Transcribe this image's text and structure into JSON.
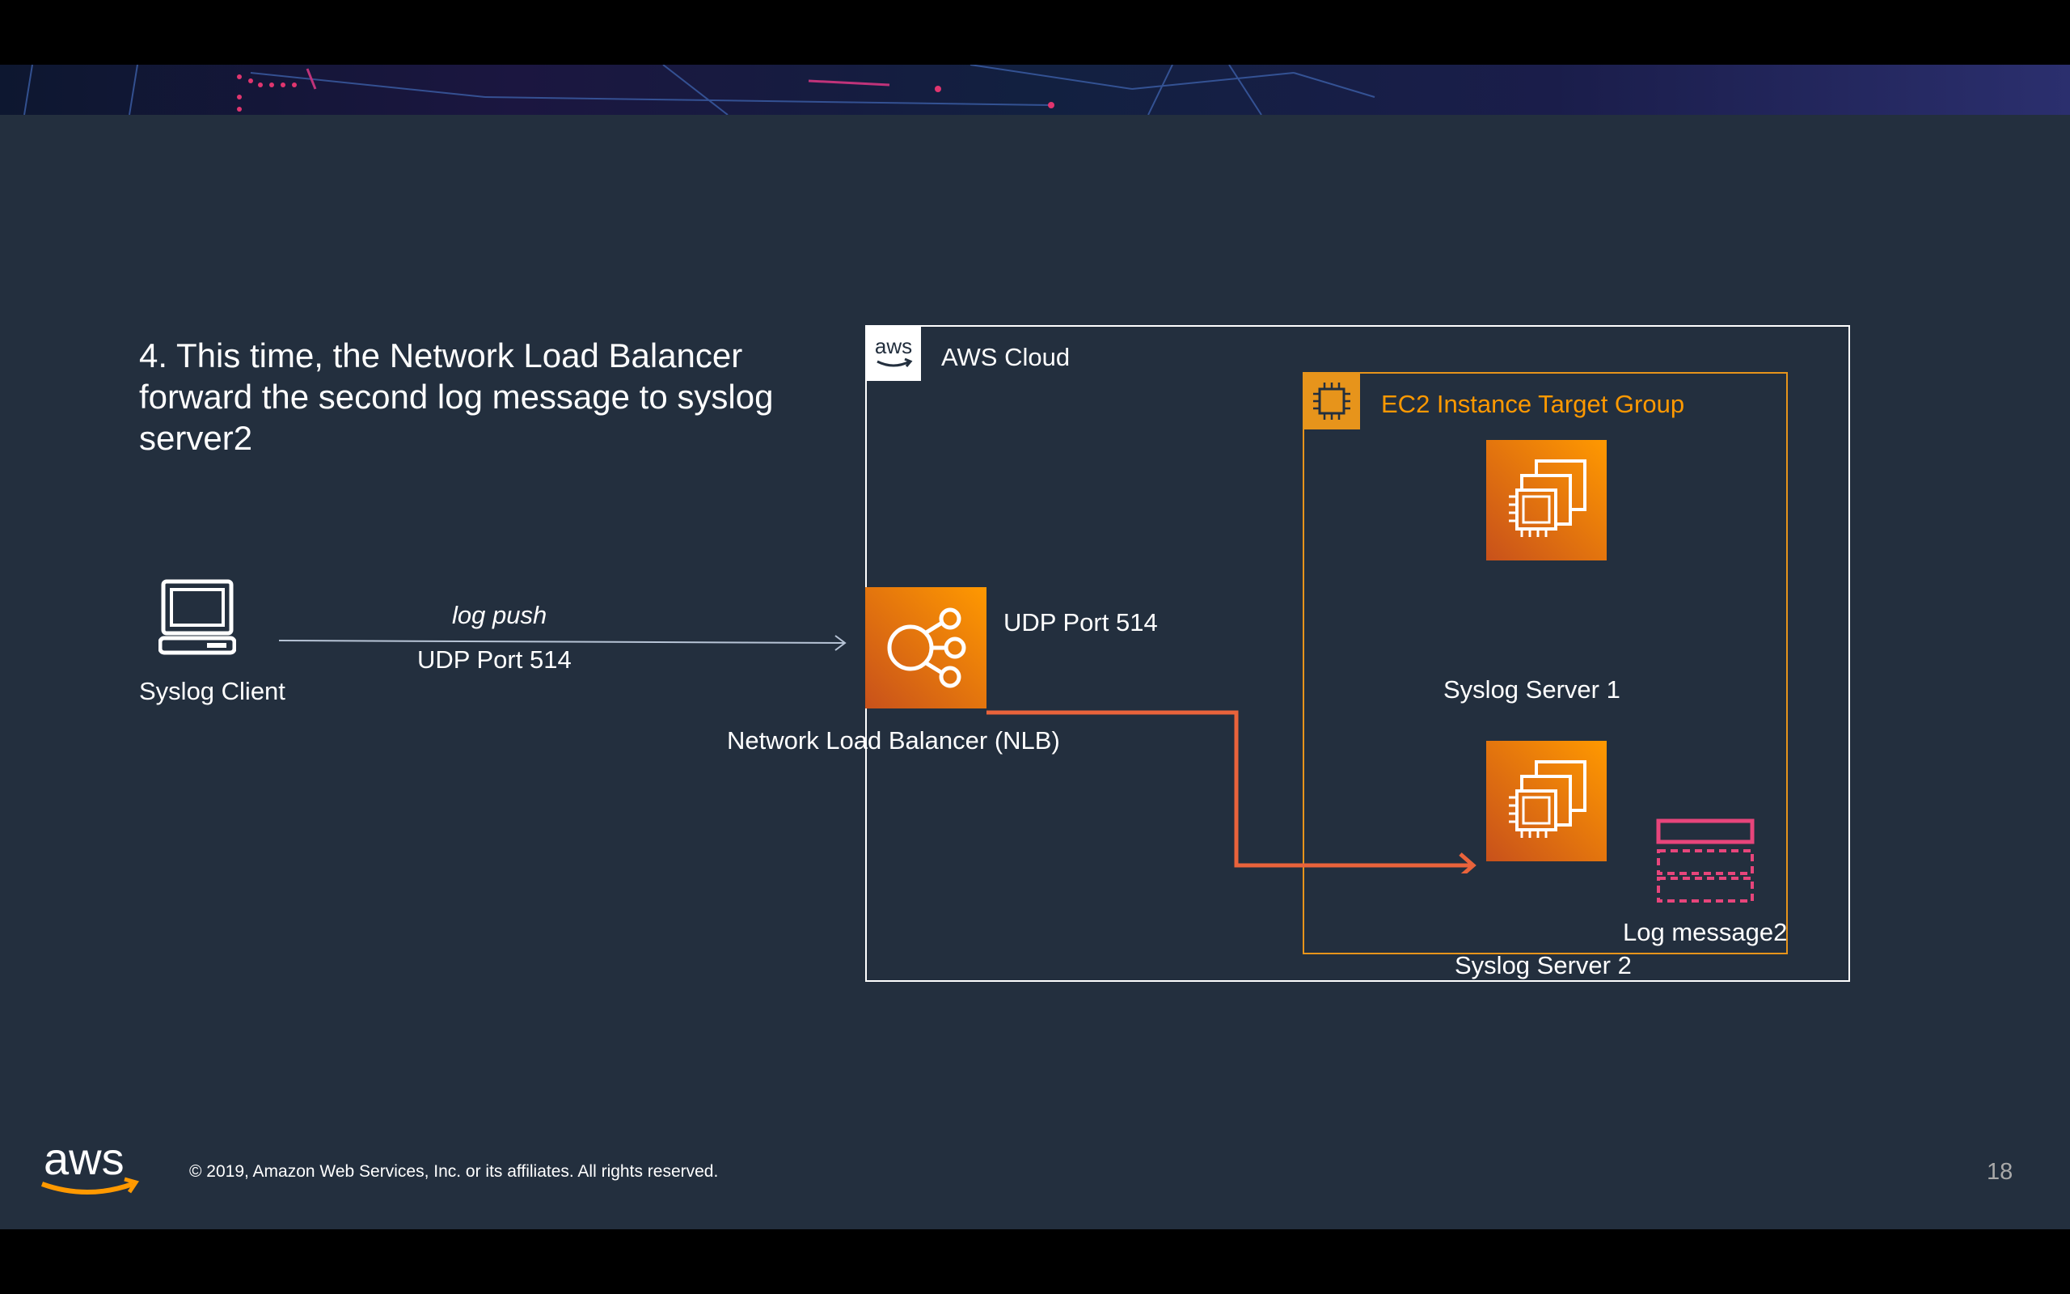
{
  "slide": {
    "title": "4. This time, the Network Load Balancer forward the second log message to syslog server2",
    "page_number": "18",
    "copyright": "© 2019, Amazon Web Services, Inc. or its affiliates. All rights reserved."
  },
  "diagram": {
    "client_label": "Syslog Client",
    "client_arrow_top_label": "log push",
    "client_arrow_bottom_label": "UDP Port 514",
    "cloud_label": "AWS Cloud",
    "cloud_logo_text": "aws",
    "nlb_label": "Network Load Balancer (NLB)",
    "nlb_port_label": "UDP Port 514",
    "target_group_label": "EC2 Instance Target Group",
    "server1_label": "Syslog Server 1",
    "server2_label": "Syslog Server 2",
    "log_message_label": "Log message2"
  },
  "colors": {
    "background": "#232f3e",
    "orange": "#ff9900",
    "target_group_border": "#e7941b",
    "flow_arrow": "#e9633b",
    "log_message": "#e7457b"
  }
}
